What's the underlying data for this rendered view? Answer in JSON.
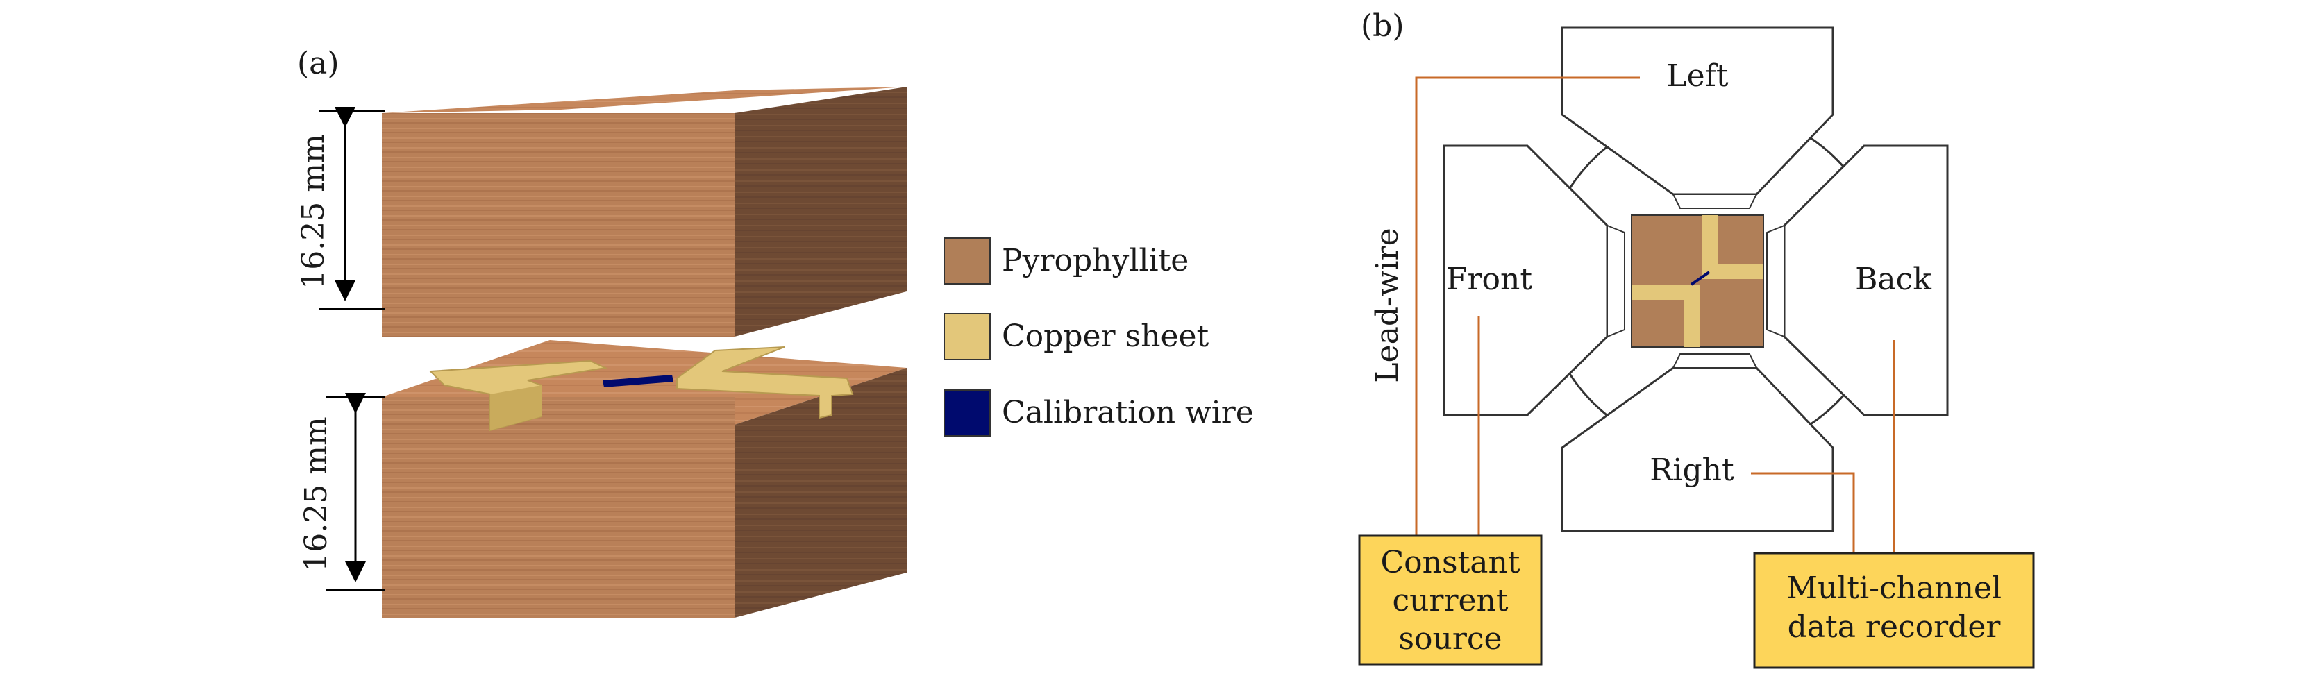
{
  "panel_a": {
    "label": "(a)",
    "top_block_dimension": "16.25 mm",
    "bottom_block_dimension": "16.25 mm"
  },
  "legend": {
    "items": [
      {
        "label": "Pyrophyllite",
        "color": "#b07f58"
      },
      {
        "label": "Copper sheet",
        "color": "#e3c77a"
      },
      {
        "label": "Calibration wire",
        "color": "#000a6e"
      }
    ]
  },
  "panel_b": {
    "label": "(b)",
    "anvils": {
      "left": "Left",
      "front": "Front",
      "back": "Back",
      "right": "Right"
    },
    "lead_wire": "Lead-wire",
    "boxes": {
      "current_source": [
        "Constant",
        "current",
        "source"
      ],
      "data_recorder": [
        "Multi-channel",
        "data recorder"
      ]
    }
  },
  "colors": {
    "pyrophyllite": "#b07f58",
    "copper": "#e3c77a",
    "wire": "#000a6e",
    "lead_wire": "#c86a28",
    "box_fill": "#fdd55a"
  }
}
